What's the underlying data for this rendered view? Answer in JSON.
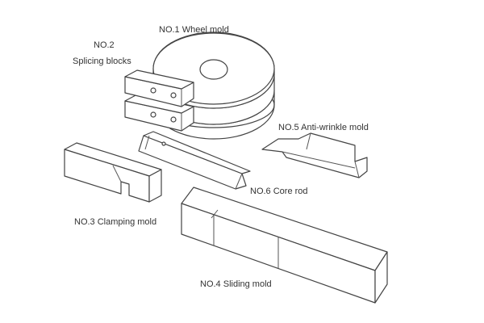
{
  "title": "Pipe bending mold components",
  "labels": {
    "wheel_mold": "NO.1 Wheel mold",
    "splicing_no": "NO.2",
    "splicing_name": "Splicing blocks",
    "clamping_mold": "NO.3 Clamping mold",
    "sliding_mold": "NO.4 Sliding mold",
    "anti_wrinkle_mold": "NO.5 Anti-wrinkle mold",
    "core_rod": "NO.6 Core rod"
  }
}
